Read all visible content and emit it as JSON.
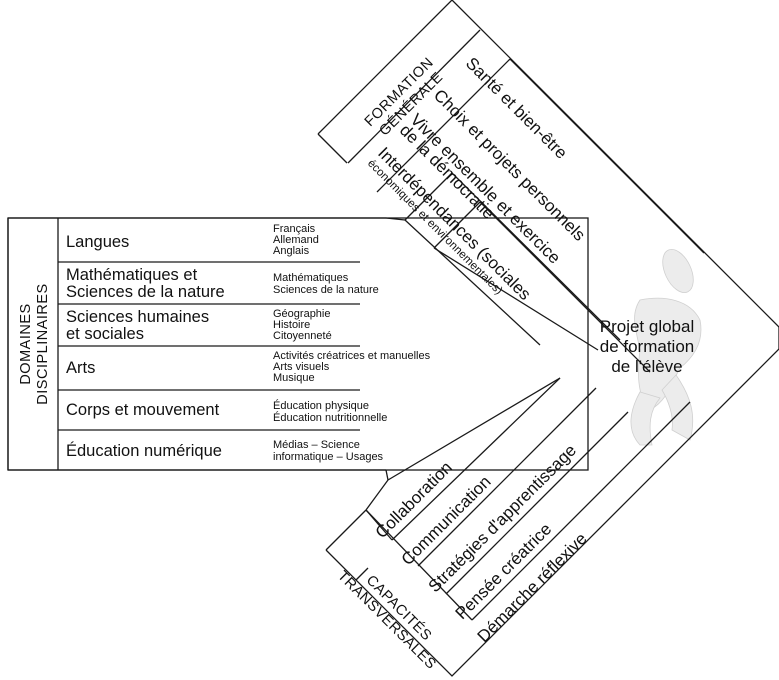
{
  "formation_generale": {
    "header": [
      "FORMATION",
      "GÉNÉRALE"
    ],
    "items": [
      [
        "Santé et bien-être"
      ],
      [
        "Choix et projets personnels"
      ],
      [
        "Vivre ensemble et exercice",
        "de la démocratie"
      ],
      [
        "Interdépendances (sociales",
        "économiques et environnementales)"
      ]
    ]
  },
  "domaines": {
    "header": [
      "DOMAINES",
      "DISCIPLINAIRES"
    ],
    "rows": [
      {
        "name": [
          "Langues"
        ],
        "subjects": [
          "Français",
          "Allemand",
          "Anglais"
        ]
      },
      {
        "name": [
          "Mathématiques et",
          "Sciences de la nature"
        ],
        "subjects": [
          "Mathématiques",
          "Sciences de la nature"
        ]
      },
      {
        "name": [
          "Sciences humaines",
          "et sociales"
        ],
        "subjects": [
          "Géographie",
          "Histoire",
          "Citoyenneté"
        ]
      },
      {
        "name": [
          "Arts"
        ],
        "subjects": [
          "Activités créatrices et manuelles",
          "Arts visuels",
          "Musique"
        ]
      },
      {
        "name": [
          "Corps et mouvement"
        ],
        "subjects": [
          "Éducation physique",
          "Éducation nutritionnelle"
        ]
      },
      {
        "name": [
          "Éducation numérique"
        ],
        "subjects": [
          "Médias – Science",
          "informatique – Usages"
        ]
      }
    ]
  },
  "capacites": {
    "header": [
      "CAPACITÉS",
      "TRANSVERSALES"
    ],
    "items": [
      "Collaboration",
      "Communication",
      "Stratégies d'apprentissage",
      "Pensée créatrice",
      "Démarche réflexive"
    ]
  },
  "center": [
    "Projet global",
    "de formation",
    "de l'élève"
  ]
}
